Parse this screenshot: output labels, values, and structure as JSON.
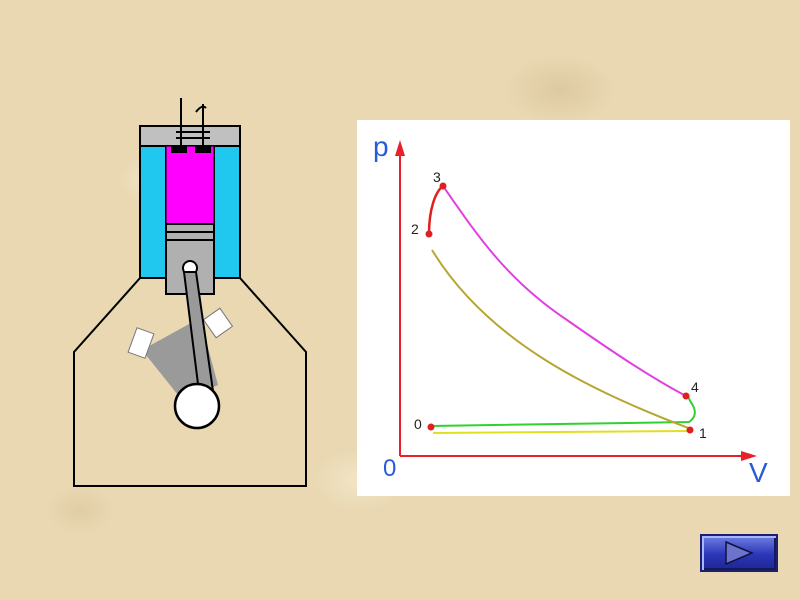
{
  "diagram": {
    "axis_y_label": "p",
    "axis_x_label": "V",
    "origin_label": "0",
    "points": [
      {
        "id": "0",
        "label": "0"
      },
      {
        "id": "1",
        "label": "1"
      },
      {
        "id": "2",
        "label": "2"
      },
      {
        "id": "3",
        "label": "3"
      },
      {
        "id": "4",
        "label": "4"
      }
    ],
    "colors": {
      "axes": "#e8202a",
      "axis_text": "#2a5bd7",
      "intake": "#2fd22f",
      "exhaust_stroke": "#e0e020",
      "compression": "#b8a632",
      "combustion": "#e02020",
      "expansion": "#e040e0",
      "cylinder_water_jacket": "#20c8f0",
      "combustion_gas": "#ff00ff"
    }
  },
  "navigation": {
    "next_icon": "play-triangle-icon"
  }
}
